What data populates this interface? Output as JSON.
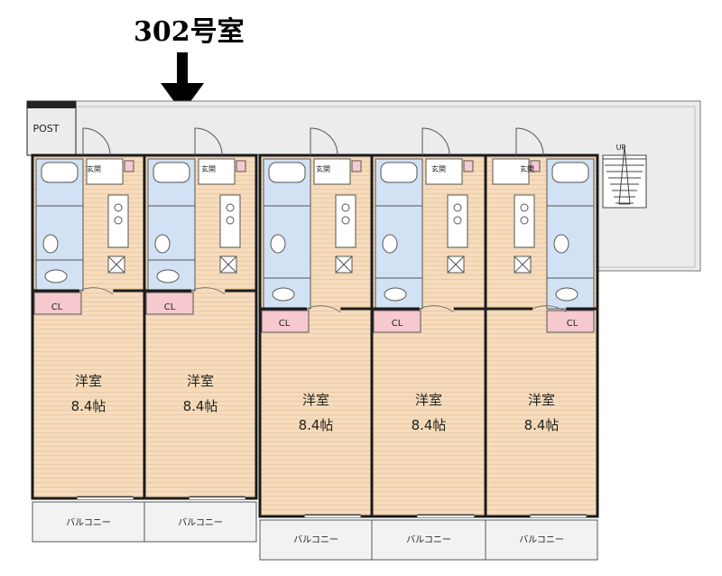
{
  "title": "302号室",
  "labels": {
    "post": "POST",
    "up": "UP",
    "closet": "CL",
    "entrance": "玄関",
    "balcony": "バルコニー"
  },
  "units": [
    {
      "room_name": "洋室",
      "room_size": "8.4帖"
    },
    {
      "room_name": "洋室",
      "room_size": "8.4帖"
    },
    {
      "room_name": "洋室",
      "room_size": "8.4帖"
    },
    {
      "room_name": "洋室",
      "room_size": "8.4帖"
    },
    {
      "room_name": "洋室",
      "room_size": "8.4帖"
    }
  ],
  "colors": {
    "floor": "#f6dcbc",
    "wet_area": "#d2e2f4",
    "closet": "#f6c9cf",
    "corridor": "#ececec",
    "wall": "#1a1a1a",
    "floor_line": "#e9cba6"
  }
}
